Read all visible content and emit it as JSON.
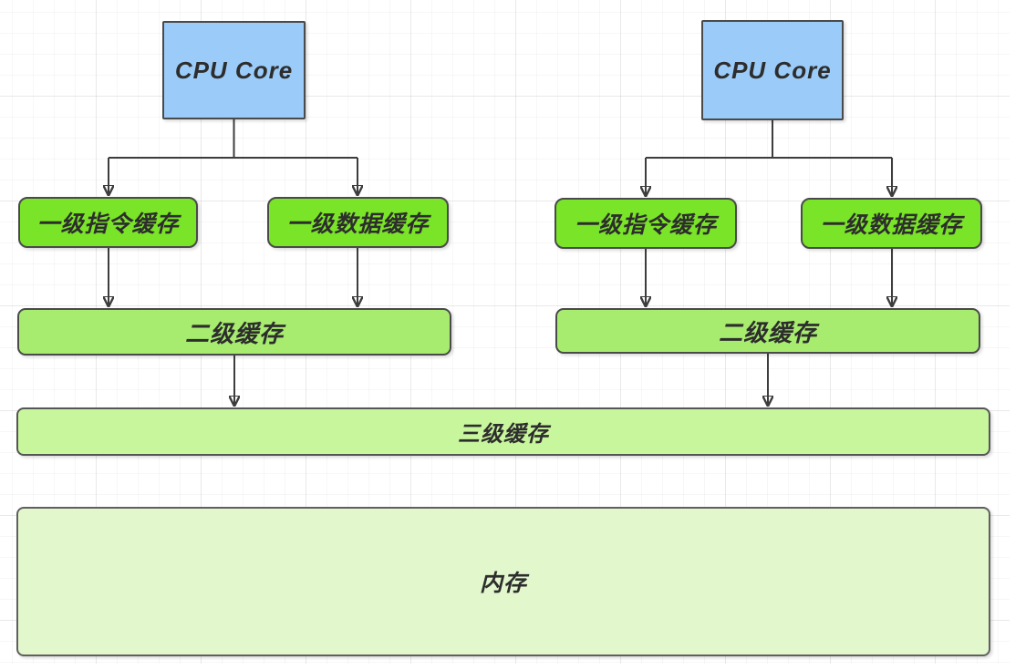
{
  "diagram": {
    "type": "cpu-cache-hierarchy",
    "colors": {
      "cpu": "#9bcbf8",
      "l1": "#7ae428",
      "l2": "#a7ec6f",
      "l3": "#c8f69d",
      "memory": "#e3f7cd",
      "border": "#4a4a4a",
      "connector": "#3d3d3d",
      "text": "#2d2d2d",
      "background": "#ffffff"
    },
    "nodes": {
      "cpu_left": {
        "label": "CPU Core"
      },
      "cpu_right": {
        "label": "CPU Core"
      },
      "l1i_left": {
        "label": "一级指令缓存"
      },
      "l1d_left": {
        "label": "一级数据缓存"
      },
      "l2_left": {
        "label": "二级缓存"
      },
      "l1i_right": {
        "label": "一级指令缓存"
      },
      "l1d_right": {
        "label": "一级数据缓存"
      },
      "l2_right": {
        "label": "二级缓存"
      },
      "l3": {
        "label": "三级缓存"
      },
      "memory": {
        "label": "内存"
      }
    },
    "edges": [
      {
        "from": "cpu_left",
        "to": "l1i_left"
      },
      {
        "from": "cpu_left",
        "to": "l1d_left"
      },
      {
        "from": "l1i_left",
        "to": "l2_left"
      },
      {
        "from": "l1d_left",
        "to": "l2_left"
      },
      {
        "from": "l2_left",
        "to": "l3"
      },
      {
        "from": "cpu_right",
        "to": "l1i_right"
      },
      {
        "from": "cpu_right",
        "to": "l1d_right"
      },
      {
        "from": "l1i_right",
        "to": "l2_right"
      },
      {
        "from": "l1d_right",
        "to": "l2_right"
      },
      {
        "from": "l2_right",
        "to": "l3"
      }
    ]
  }
}
